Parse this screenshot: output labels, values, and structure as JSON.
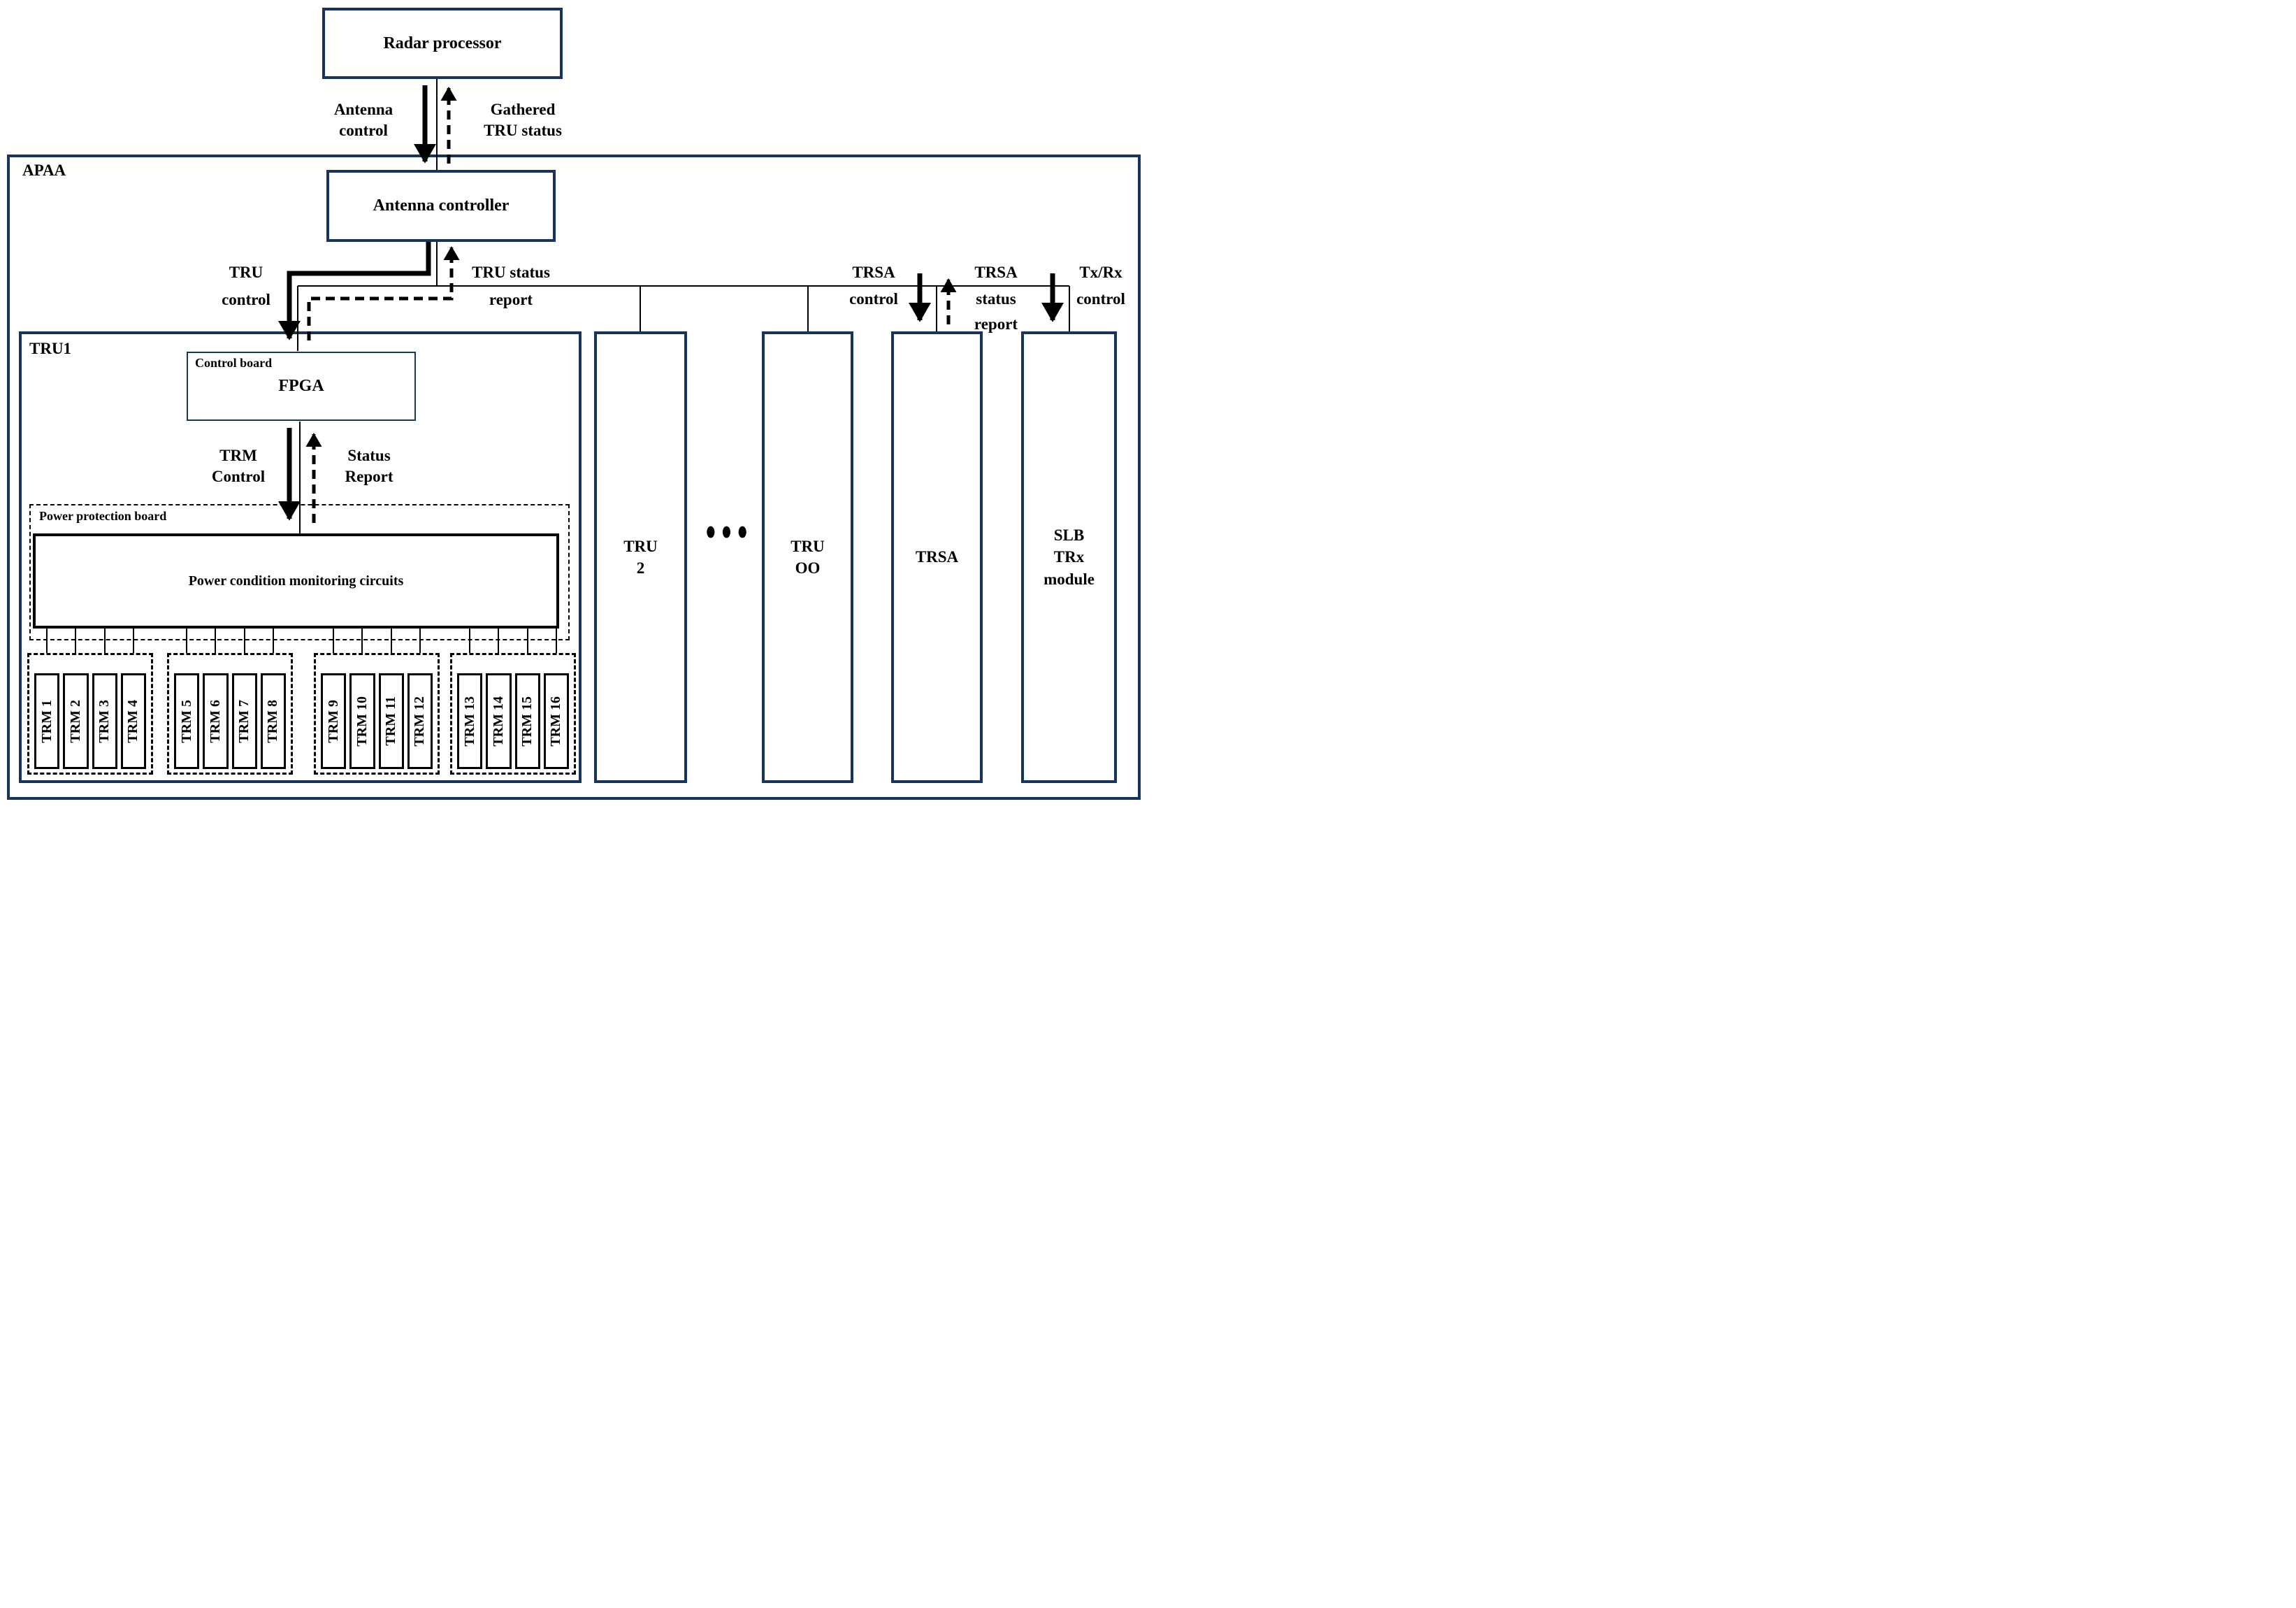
{
  "colors": {
    "box_border_navy": "#16345c",
    "line_black": "#000000",
    "background": "#ffffff"
  },
  "boxes": {
    "radar_processor": "Radar processor",
    "antenna_controller": "Antenna controller",
    "apaa": "APAA",
    "tru1": "TRU1",
    "control_board": "Control board",
    "fpga": "FPGA",
    "power_protection_board": "Power protection board",
    "power_monitoring": "Power condition monitoring circuits",
    "tru2": {
      "lines": [
        "TRU",
        "2"
      ]
    },
    "tru_oo": {
      "lines": [
        "TRU",
        "OO"
      ]
    },
    "trsa": "TRSA",
    "slb": {
      "lines": [
        "SLB",
        "TRx",
        "module"
      ]
    },
    "ellipsis": "●●●"
  },
  "flow_labels": {
    "antenna_control": {
      "lines": [
        "Antenna",
        "control"
      ]
    },
    "gathered_tru_status": {
      "lines": [
        "Gathered",
        "TRU status"
      ]
    },
    "tru_control": {
      "lines": [
        "TRU",
        "control"
      ]
    },
    "tru_status_report": {
      "lines": [
        "TRU status",
        "report"
      ]
    },
    "trm_control": {
      "lines": [
        "TRM",
        "Control"
      ]
    },
    "status_report": {
      "lines": [
        "Status",
        "Report"
      ]
    },
    "trsa_control": {
      "lines": [
        "TRSA",
        "control"
      ]
    },
    "trsa_status_report": {
      "lines": [
        "TRSA",
        "status",
        "report"
      ]
    },
    "txrx_control": {
      "lines": [
        "Tx/Rx",
        "control"
      ]
    }
  },
  "trm_groups": [
    {
      "modules": [
        "TRM 1",
        "TRM 2",
        "TRM 3",
        "TRM 4"
      ]
    },
    {
      "modules": [
        "TRM 5",
        "TRM 6",
        "TRM 7",
        "TRM 8"
      ]
    },
    {
      "modules": [
        "TRM 9",
        "TRM 10",
        "TRM 11",
        "TRM 12"
      ]
    },
    {
      "modules": [
        "TRM 13",
        "TRM 14",
        "TRM 15",
        "TRM 16"
      ]
    }
  ]
}
